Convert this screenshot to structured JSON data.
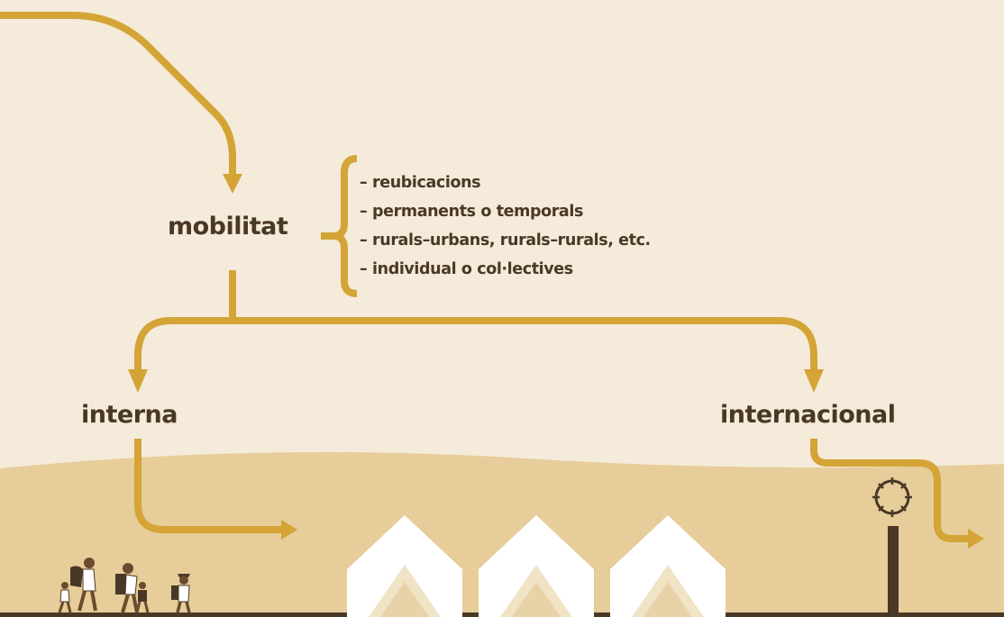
{
  "nodes": {
    "mobilitat": "mobilitat",
    "interna": "interna",
    "internacional": "internacional"
  },
  "bracket_list": [
    "– reubicacions",
    "– permanents o temporals",
    "– rurals–urbans, rurals–rurals, etc.",
    "– individual o col·lectives"
  ],
  "colors": {
    "background": "#f5ebda",
    "ground": "#e6cd9a",
    "arrow": "#d4a437",
    "text": "#4a3826",
    "tent": "#ffffff",
    "post": "#4a3826"
  },
  "icons": [
    "walking-family-icon",
    "shelter-tent-icon",
    "barbed-wire-post-icon"
  ]
}
